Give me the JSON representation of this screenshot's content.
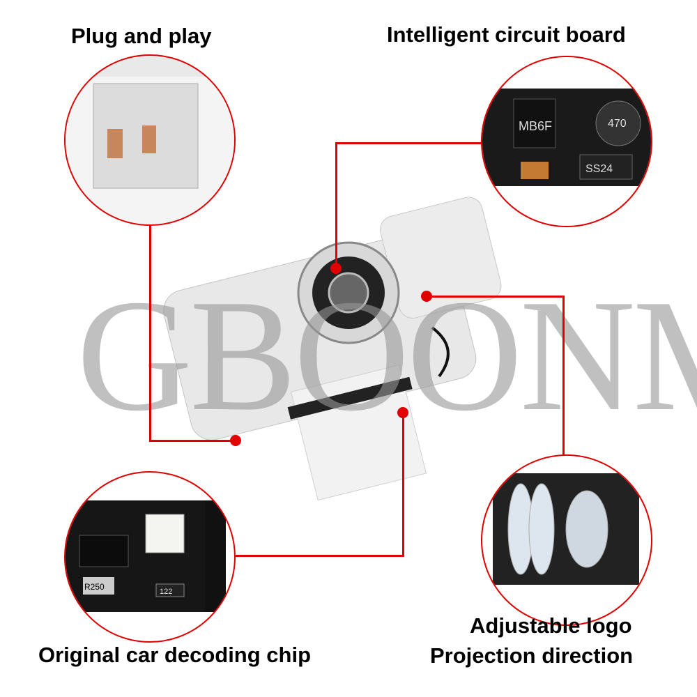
{
  "labels": {
    "plug": "Plug and play",
    "board": "Intelligent circuit board",
    "chip": "Original car decoding chip",
    "adjust_line1": "Adjustable logo",
    "adjust_line2": "Projection direction"
  },
  "watermark": "GBOONM",
  "board_markings": {
    "bridge": "MB6F",
    "inductor": "470",
    "diode": "SS24"
  },
  "chip_markings": {
    "resistor1": "R250",
    "resistor2": "122"
  },
  "colors": {
    "accent": "#e00000",
    "background": "#ffffff"
  }
}
